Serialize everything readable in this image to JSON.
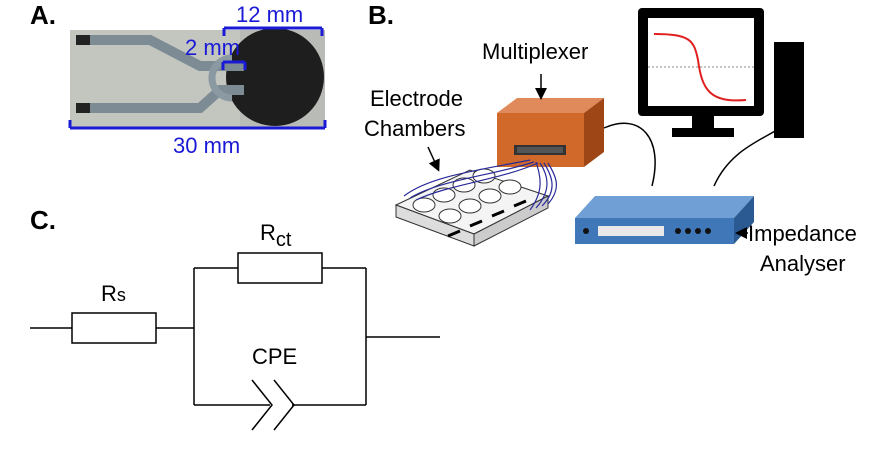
{
  "panels": {
    "a": {
      "letter": "A.",
      "dimensions": {
        "outer_diameter": "12 mm",
        "inner_gap": "2 mm",
        "length": "30 mm"
      }
    },
    "b": {
      "letter": "B.",
      "labels": {
        "multiplexer": "Multiplexer",
        "electrode_line1": "Electrode",
        "electrode_line2": "Chambers",
        "analyser_line1": "Impedance",
        "analyser_line2": "Analyser"
      }
    },
    "c": {
      "letter": "C.",
      "circuit": {
        "rs_main": "R",
        "rs_sub": "s",
        "rct_main": "R",
        "rct_sub": "ct",
        "cpe": "CPE"
      }
    }
  },
  "colors": {
    "dimension_blue": "#1a1ad6",
    "multiplexer_orange": "#d0692a",
    "analyser_blue": "#3f77b8",
    "electrode_photo_bg": "#b9bcb6",
    "sigmoid_red": "#e02020"
  }
}
